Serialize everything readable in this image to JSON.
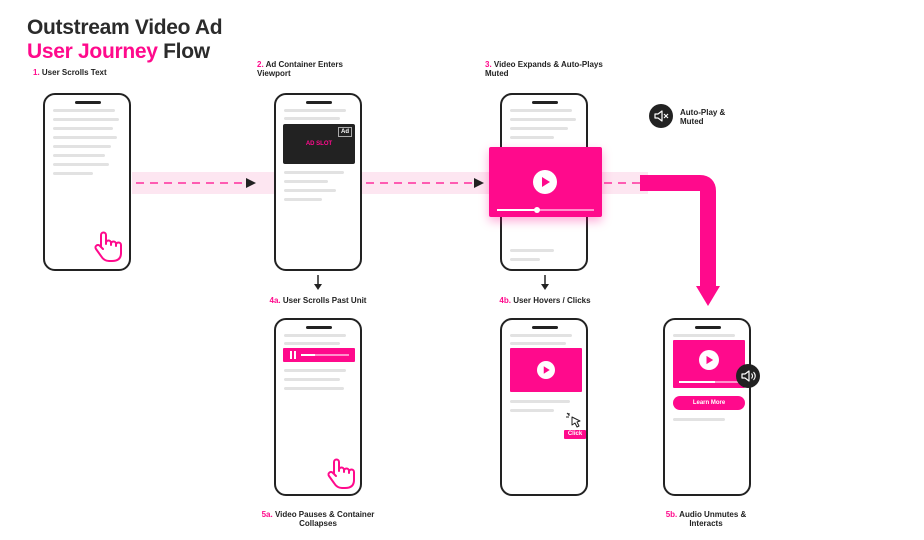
{
  "title": {
    "line1": "Outstream Video Ad",
    "line2a": "User Journey",
    "line2b": " Flow"
  },
  "steps": {
    "s1": {
      "num": "1.",
      "label": " User Scrolls Text"
    },
    "s2": {
      "num": "2.",
      "label": " Ad Container Enters Viewport"
    },
    "s3": {
      "num": "3.",
      "label": " Video Expands & Auto-Plays Muted"
    },
    "s4a": {
      "num": "4a.",
      "label": " User Scrolls Past Unit"
    },
    "s4b": {
      "num": "4b.",
      "label": " User Hovers / Clicks"
    },
    "s5a": {
      "num": "5a.",
      "label": " Video Pauses & Container Collapses"
    },
    "s5b": {
      "num": "5b.",
      "label": " Audio Unmutes & Interacts"
    }
  },
  "ad_slot": {
    "badge": "Ad",
    "label": "AD SLOT"
  },
  "autoplay_note": "Auto-Play & Muted",
  "click_tag": "Click",
  "learn_more": "Learn More",
  "colors": {
    "accent": "#ff0a8c",
    "dark": "#222222",
    "line": "#e2e2e2",
    "band": "#fde6f1"
  },
  "icons": [
    "pointer-hand-icon",
    "play-icon",
    "pause-icon",
    "mute-icon",
    "volume-icon",
    "click-cursor-icon",
    "down-arrow-icon"
  ]
}
